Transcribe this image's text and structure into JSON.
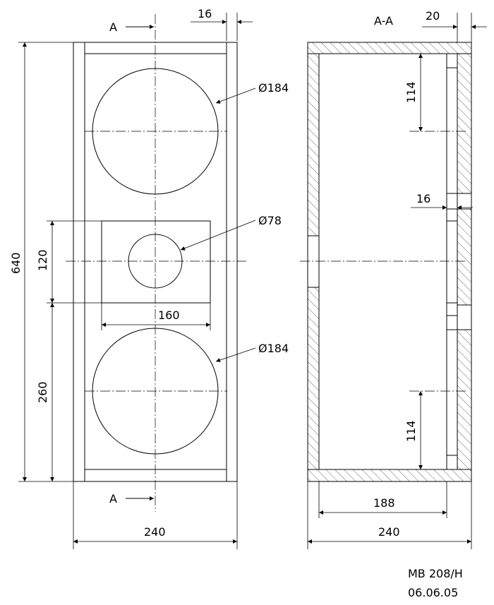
{
  "front_view": {
    "section_marker_top": "A",
    "section_marker_bottom": "A",
    "panel_thickness": "16",
    "woofer_top_diameter": "Ø184",
    "tweeter_diameter": "Ø78",
    "woofer_bottom_diameter": "Ø184",
    "cutout_width": "160",
    "cutout_height": "120",
    "cutout_offset": "260",
    "total_height": "640",
    "total_width": "240"
  },
  "section_view": {
    "title": "A-A",
    "baffle_thickness": "20",
    "woofer_top_offset": "114",
    "rebate_depth": "16",
    "woofer_bottom_offset": "114",
    "inner_width": "188",
    "total_width": "240"
  },
  "title_block": {
    "drawing_number": "MB 208/H",
    "date": "06.06.05"
  }
}
